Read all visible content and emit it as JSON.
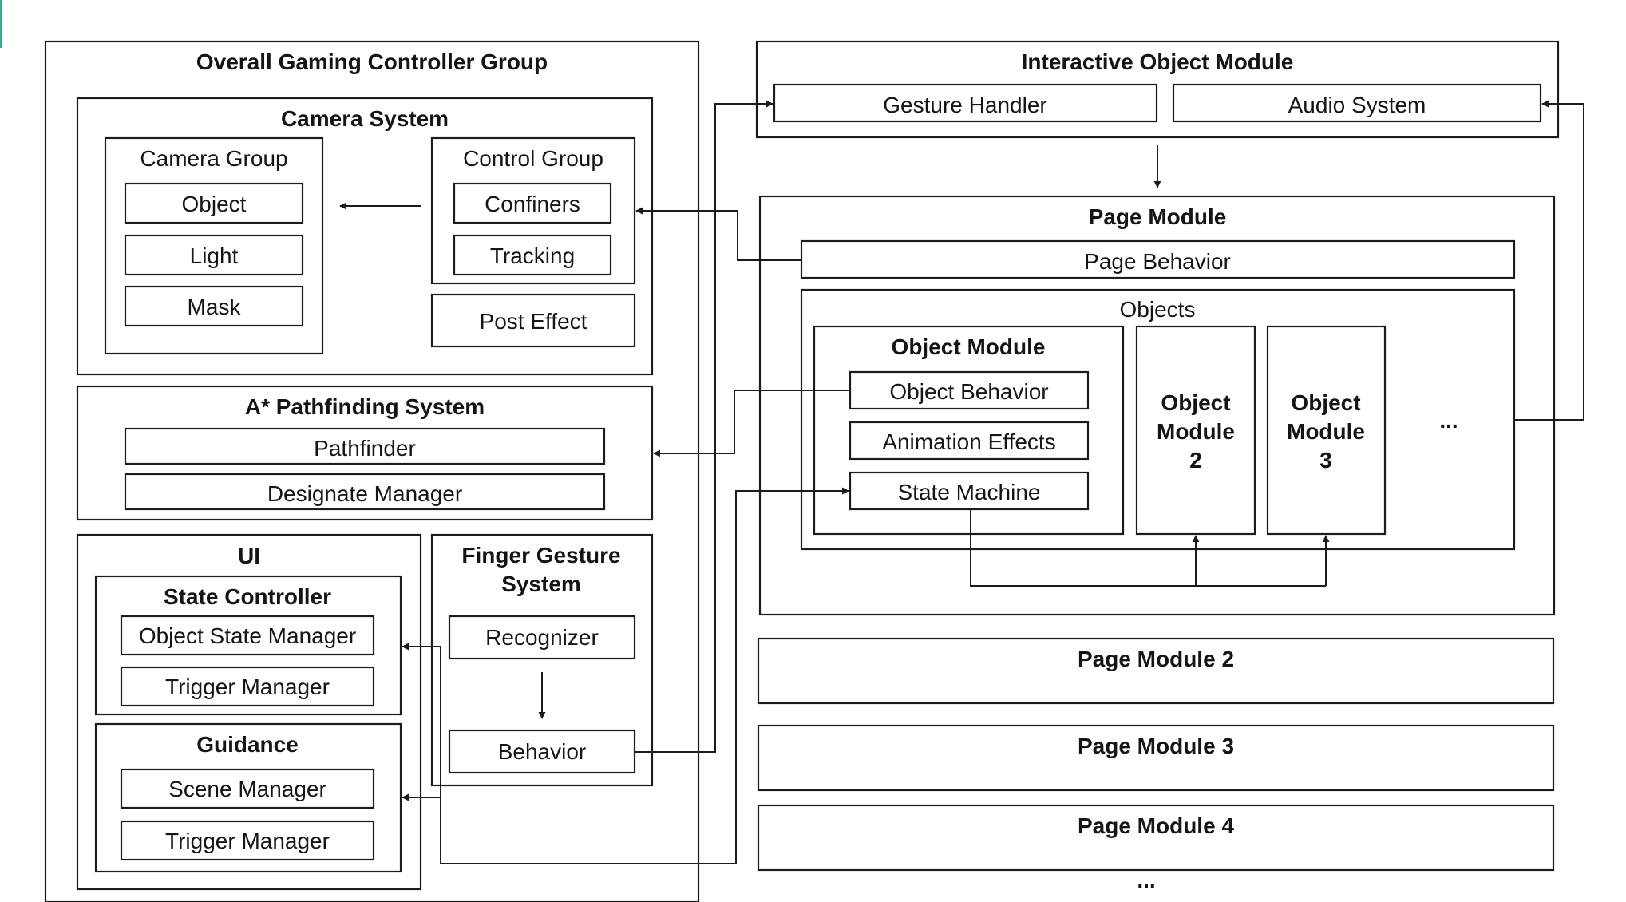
{
  "diagram": {
    "left_group": {
      "title": "Overall Gaming Controller Group",
      "camera_system": {
        "title": "Camera System",
        "camera_group": {
          "title": "Camera Group",
          "items": [
            "Object",
            "Light",
            "Mask"
          ]
        },
        "control_group": {
          "title": "Control Group",
          "items": [
            "Confiners",
            "Tracking"
          ]
        },
        "post_effect": "Post Effect"
      },
      "pathfinding": {
        "title": "A* Pathfinding System",
        "items": [
          "Pathfinder",
          "Designate Manager"
        ]
      },
      "ui": {
        "title": "UI",
        "state_controller": {
          "title": "State Controller",
          "items": [
            "Object State Manager",
            "Trigger Manager"
          ]
        },
        "guidance": {
          "title": "Guidance",
          "items": [
            "Scene Manager",
            "Trigger Manager"
          ]
        }
      },
      "finger_gesture": {
        "title_line1": "Finger Gesture",
        "title_line2": "System",
        "items": [
          "Recognizer",
          "Behavior"
        ]
      }
    },
    "interactive_module": {
      "title": "Interactive Object Module",
      "items": [
        "Gesture Handler",
        "Audio System"
      ]
    },
    "page_module": {
      "title": "Page Module",
      "behavior": "Page Behavior",
      "objects": {
        "title": "Objects",
        "object_module": {
          "title": "Object Module",
          "items": [
            "Object Behavior",
            "Animation Effects",
            "State Machine"
          ]
        },
        "module2": [
          "Object",
          "Module",
          "2"
        ],
        "module3": [
          "Object",
          "Module",
          "3"
        ],
        "ellipsis": "..."
      }
    },
    "other_pages": [
      "Page Module 2",
      "Page Module 3",
      "Page Module 4"
    ],
    "ellipsis_bottom": "..."
  }
}
